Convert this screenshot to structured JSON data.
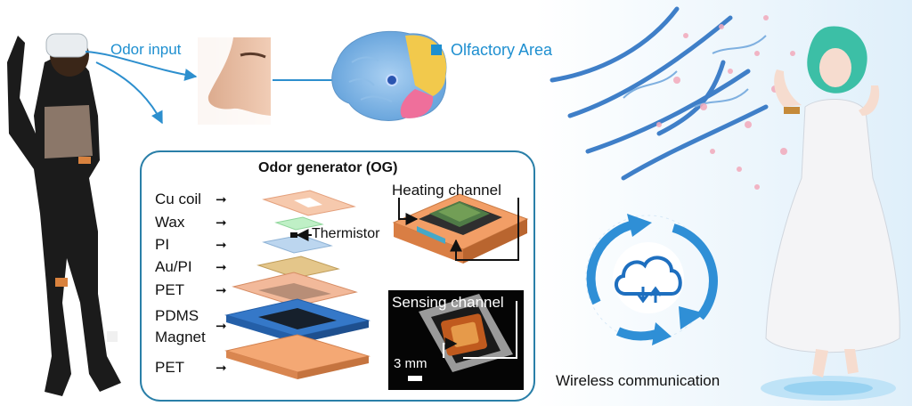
{
  "labels": {
    "odor_input": "Odor input",
    "olfactory_area": "Olfactory Area",
    "og_title": "Odor generator (OG)",
    "layers": [
      "Cu coil",
      "Wax",
      "PI",
      "Au/PI",
      "PET",
      "PDMS",
      "Magnet",
      "PET"
    ],
    "thermistor": "Thermistor",
    "heating_channel": "Heating channel",
    "sensing_channel": "Sensing channel",
    "scale_bar": "3 mm",
    "wireless": "Wireless communication"
  },
  "colors": {
    "accent_blue": "#1e8fd0",
    "box_border": "#2a7fa8",
    "copper": "#f4a874",
    "brain_blue": "#7fb6e6",
    "brain_yellow": "#f2c94c",
    "brain_pink": "#ef6f9b",
    "cycle_blue": "#2f8fd6"
  },
  "icons": [
    "olfactory-area-square-icon",
    "cloud-sync-icon",
    "cycle-arrows-icon"
  ]
}
